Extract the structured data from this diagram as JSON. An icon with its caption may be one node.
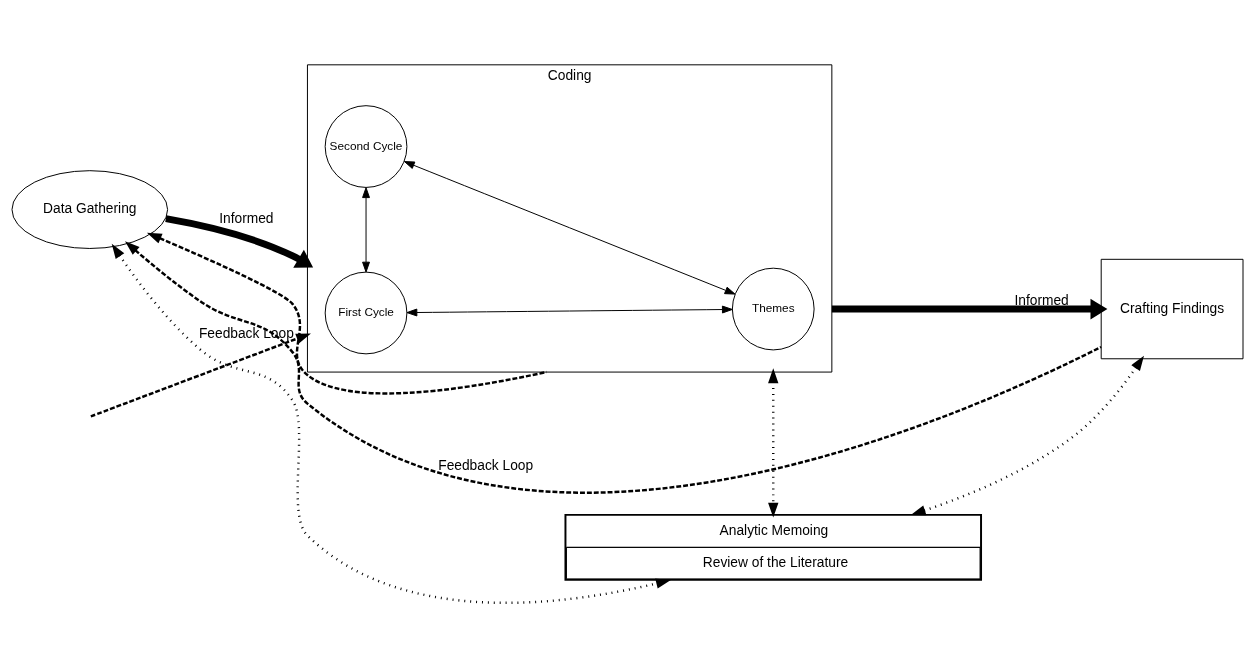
{
  "diagram": {
    "nodes": [
      {
        "text": [
          "Data Gathering"
        ]
      },
      {
        "text": [
          "Coding"
        ]
      },
      {
        "text": [
          "First Cycle"
        ],
        "in": 1
      },
      {
        "text": [
          "Second Cycle"
        ],
        "in": 1
      },
      {
        "text": [
          "Themes"
        ],
        "in": 1
      },
      {
        "text": [
          "Crafting Findings"
        ]
      },
      {
        "text": [
          "Analytic Memoing",
          "Review of the Literature"
        ]
      }
    ],
    "edges": [
      {
        "from": 0,
        "to": 1,
        "arrow": "to",
        "label": "Informed",
        "style": "thick"
      },
      {
        "from": 1,
        "to": 5,
        "arrow": "to",
        "label": "Informed",
        "style": "thick"
      },
      {
        "from": 2,
        "to": 4,
        "arrow": "both"
      },
      {
        "from": 2,
        "to": 3,
        "arrow": "both"
      },
      {
        "from": 3,
        "to": 4,
        "arrow": "both"
      },
      {
        "from": 0,
        "to": 6,
        "arrow": "both",
        "style": "dashed"
      },
      {
        "from": 1,
        "to": 6,
        "arrow": "both",
        "style": "dashed"
      },
      {
        "from": 5,
        "to": 6,
        "arrow": "both",
        "style": "dashed"
      },
      {
        "from": 5,
        "to": 0,
        "arrow": "to",
        "label": "Feedback Loop",
        "style": "dashed"
      },
      {
        "from": 1,
        "to": 0,
        "arrow": "to",
        "style": "dashed"
      },
      {
        "from": null,
        "to": 1,
        "arrow": "to",
        "label": "Feedback Loop",
        "style": "dashed"
      }
    ]
  }
}
